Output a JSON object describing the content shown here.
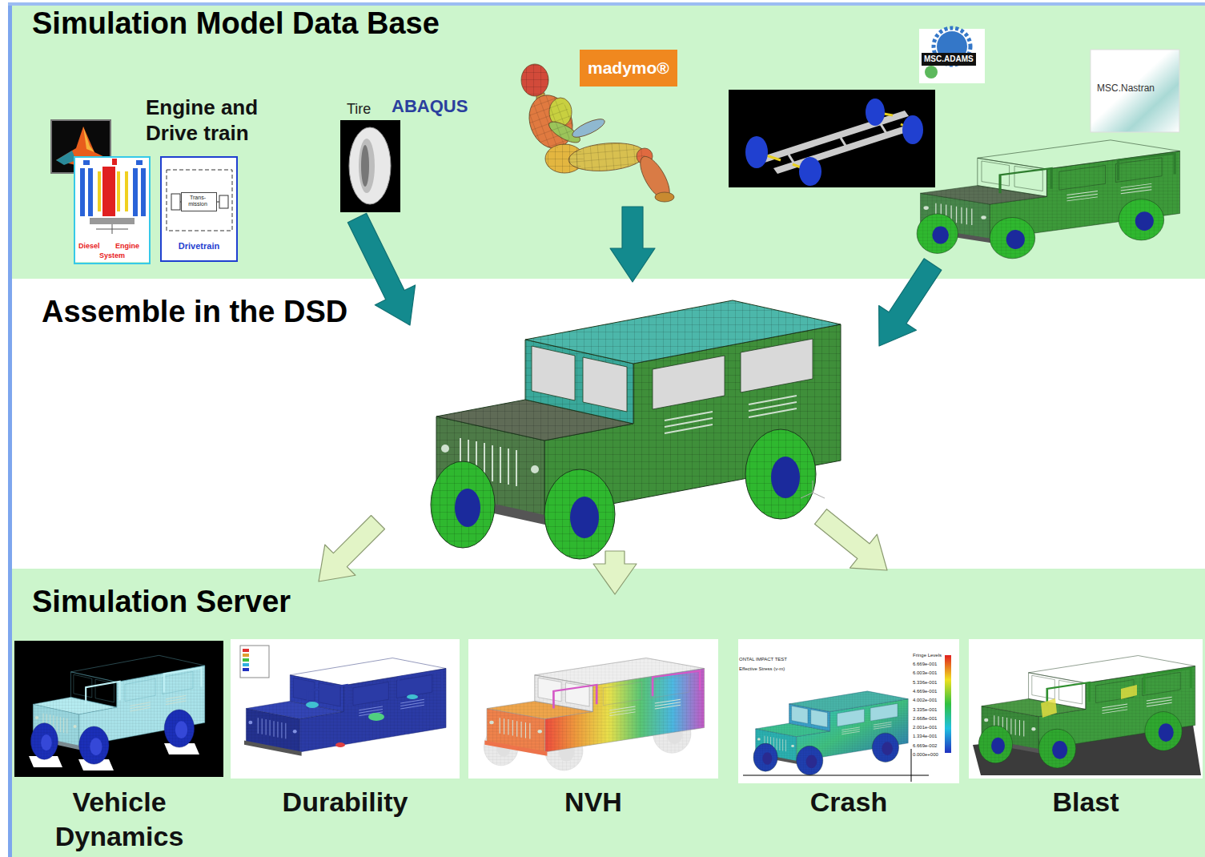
{
  "diagram": {
    "nodes": [
      {
        "text": [
          "Simulation Model Data Base"
        ]
      },
      {
        "text": [
          "Diesel",
          "Engine",
          "System"
        ],
        "in": 0
      },
      {
        "text": [
          "Drivetrain"
        ],
        "in": 0
      },
      {
        "text": [
          "Trans- mission"
        ],
        "in": 2
      },
      {
        "text": [
          "Tire",
          "ABAQUS"
        ],
        "in": 0
      },
      {
        "text": [
          "madymo®"
        ],
        "in": 0
      },
      {
        "text": [
          "MSC.ADAMS"
        ],
        "in": 0
      },
      {
        "text": [
          "MSC.Nastran"
        ],
        "in": 0
      },
      {
        "text": [
          "Assemble in the DSD"
        ]
      },
      {
        "text": [
          "Simulation Server"
        ]
      },
      {
        "text": [
          "Vehicle Dynamics"
        ],
        "in": 9
      },
      {
        "text": [
          "Durability"
        ],
        "in": 9
      },
      {
        "text": [
          "NVH"
        ],
        "in": 9
      },
      {
        "text": [
          "Crash"
        ],
        "in": 9
      },
      {
        "text": [
          "Blast"
        ],
        "in": 9
      }
    ],
    "edges": [
      {
        "from": 4,
        "to": 8,
        "arrow": "to"
      },
      {
        "from": 5,
        "to": 8,
        "arrow": "to"
      },
      {
        "from": 7,
        "to": 8,
        "arrow": "to"
      },
      {
        "from": 8,
        "to": 9,
        "arrow": "to"
      },
      {
        "from": 8,
        "to": 9,
        "arrow": "to"
      },
      {
        "from": 8,
        "to": 9,
        "arrow": "to"
      }
    ],
    "labels": [
      "Engine and Drive train",
      "ONTAL IMPACT TEST",
      "Effective Stress (v-m)",
      "Fringe Levels",
      "6.669e-001",
      "6.003e-001",
      "5.336e-001",
      "4.669e-001",
      "4.002e-001",
      "3.335e-001",
      "2.668e-001",
      "2.001e-001",
      "1.334e-001",
      "6.669e-002",
      "0.000e+000"
    ]
  }
}
